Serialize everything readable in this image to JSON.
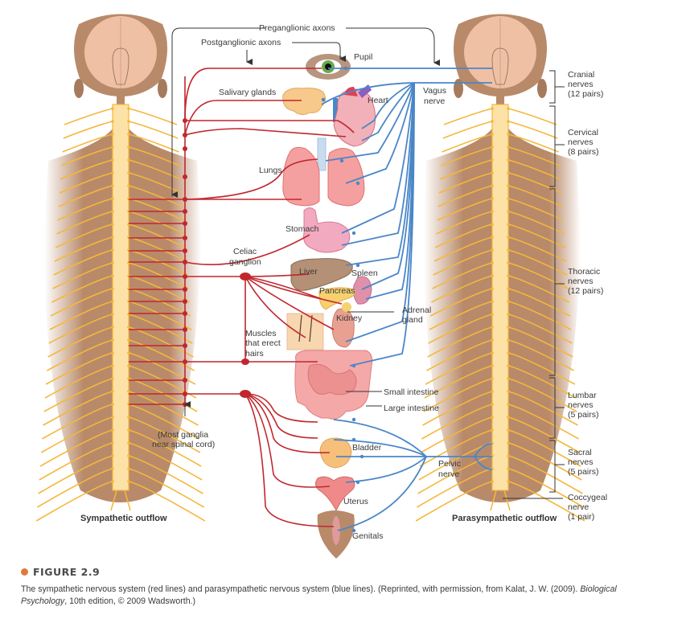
{
  "figure": {
    "colors": {
      "sympathetic": "#c0272d",
      "parasympathetic": "#4a86c8",
      "spinal_nerve": "#f5b73b",
      "skin": "#b88a6a",
      "brain": "#f0c0a5",
      "accent_dot": "#e07a3a"
    },
    "top_labels": {
      "preganglionic": "Preganglionic axons",
      "postganglionic": "Postganglionic axons"
    },
    "organs": {
      "pupil": "Pupil",
      "salivary": "Salivary glands",
      "heart": "Heart",
      "vagus_line1": "Vagus",
      "vagus_line2": "nerve",
      "lungs": "Lungs",
      "stomach": "Stomach",
      "celiac_line1": "Celiac",
      "celiac_line2": "ganglion",
      "liver": "Liver",
      "spleen": "Spleen",
      "pancreas": "Pancreas",
      "adrenal_line1": "Adrenal",
      "adrenal_line2": "gland",
      "kidney": "Kidney",
      "muscles_line1": "Muscles",
      "muscles_line2": "that erect",
      "muscles_line3": "hairs",
      "small_intestine": "Small intestine",
      "large_intestine": "Large intestine",
      "bladder": "Bladder",
      "pelvic_line1": "Pelvic",
      "pelvic_line2": "nerve",
      "uterus": "Uterus",
      "genitals": "Genitals",
      "ganglia_line1": "(Most ganglia",
      "ganglia_line2": "near spinal cord)"
    },
    "spinal_regions": [
      {
        "name": "Cranial",
        "line2": "nerves",
        "line3": "(12 pairs)"
      },
      {
        "name": "Cervical",
        "line2": "nerves",
        "line3": "(8 pairs)"
      },
      {
        "name": "Thoracic",
        "line2": "nerves",
        "line3": "(12 pairs)"
      },
      {
        "name": "Lumbar",
        "line2": "nerves",
        "line3": "(5 pairs)"
      },
      {
        "name": "Sacral",
        "line2": "nerves",
        "line3": "(5 pairs)"
      },
      {
        "name": "Coccygeal",
        "line2": "nerve",
        "line3": "(1 pair)"
      }
    ],
    "outflow_labels": {
      "sympathetic": "Sympathetic outflow",
      "parasympathetic": "Parasympathetic outflow"
    }
  },
  "caption": {
    "figure_number": "FIGURE 2.9",
    "text_part1": "The sympathetic nervous system (red lines) and parasympathetic nervous system (blue lines). (Reprinted, with permission, from Kalat, J. W. (2009). ",
    "book_title": "Biological Psychology",
    "text_part2": ", 10th edition, © 2009 Wadsworth.)"
  }
}
